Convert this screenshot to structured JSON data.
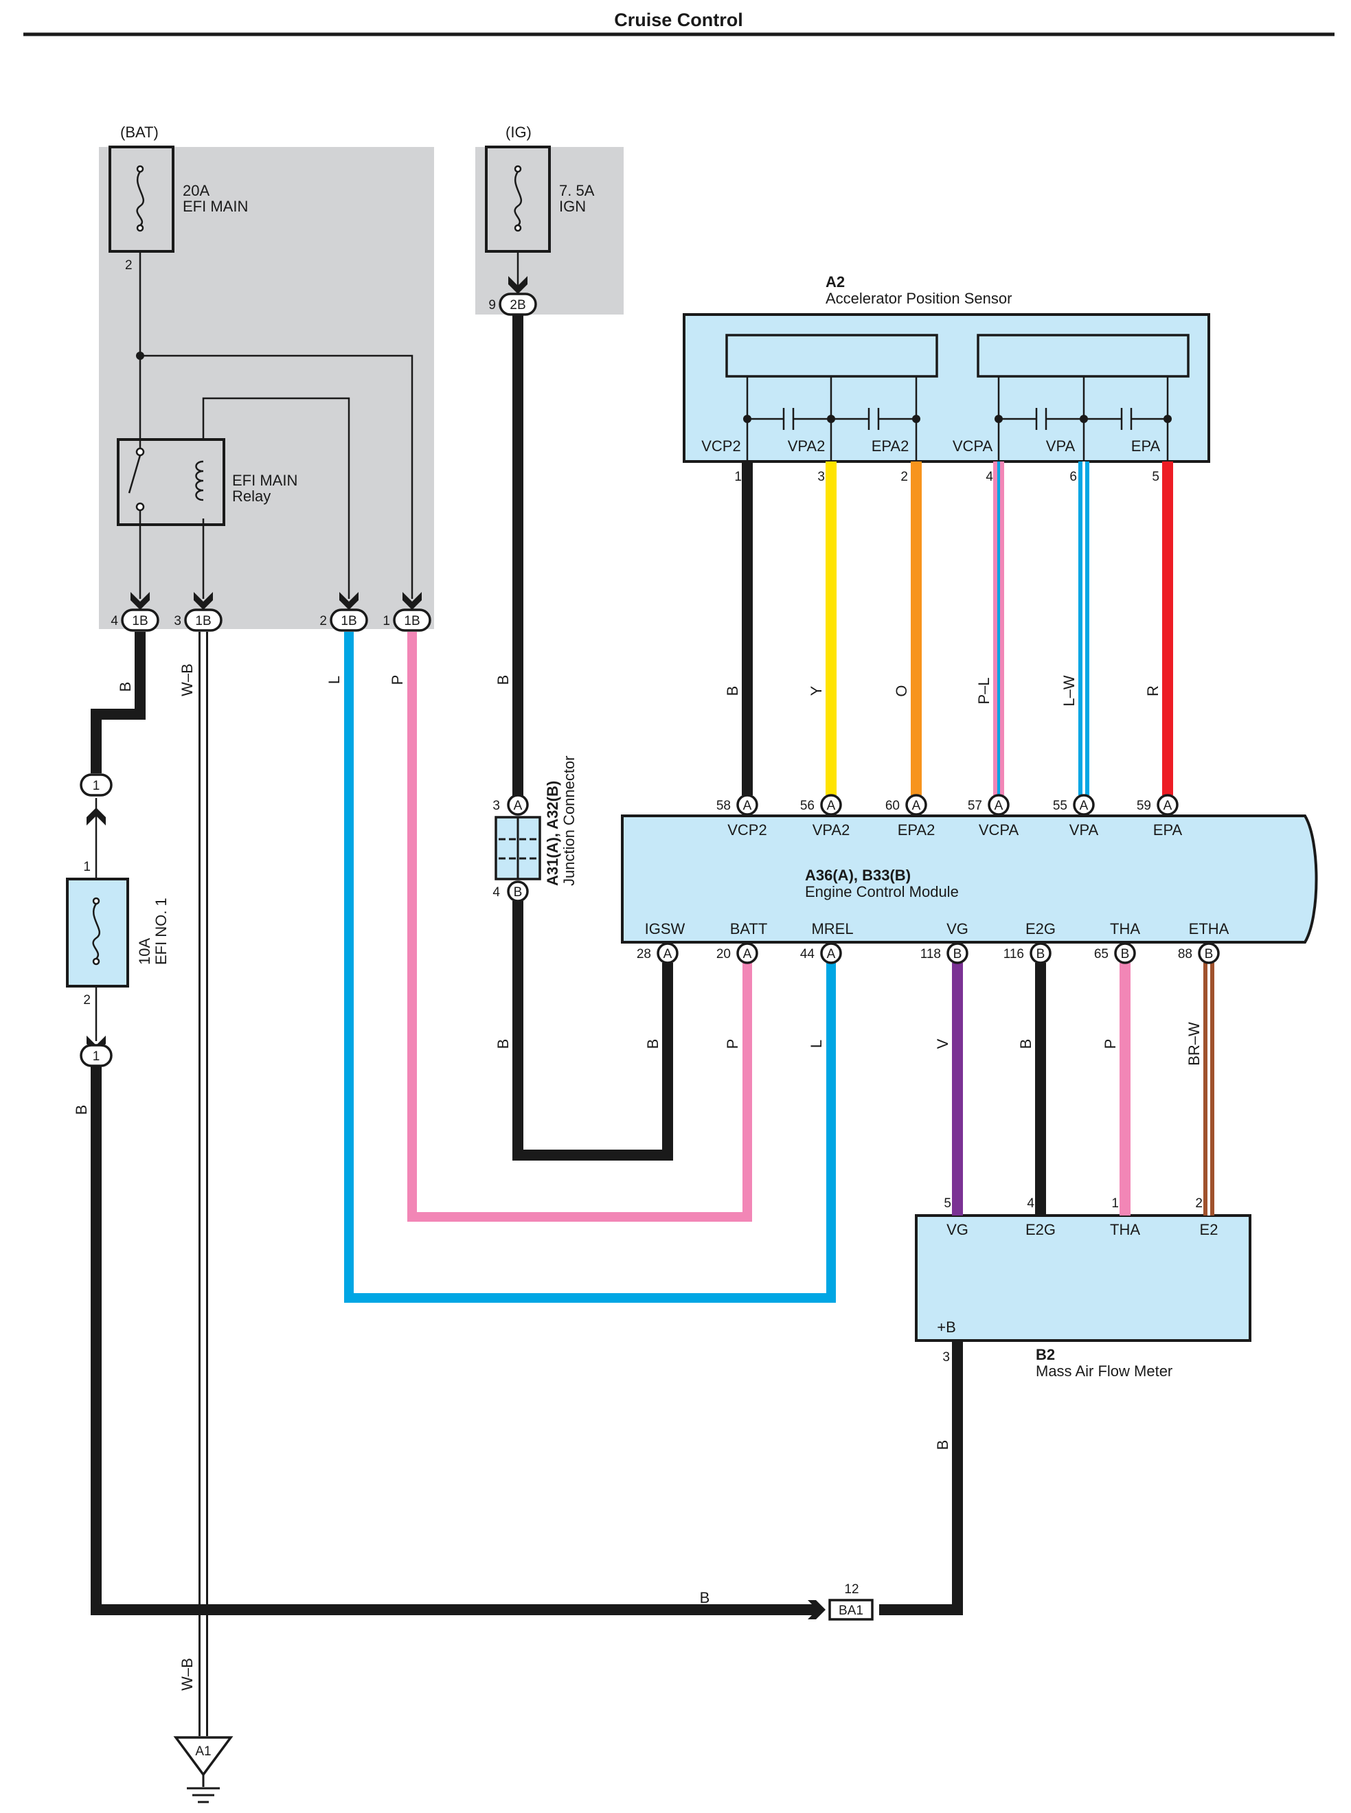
{
  "page": {
    "title": "Cruise Control"
  },
  "sources": {
    "bat": "(BAT)",
    "ig": "(IG)"
  },
  "fuses": {
    "efi_main": {
      "rating": "20A",
      "name": "EFI MAIN",
      "pin": "2"
    },
    "ign": {
      "rating": "7. 5A",
      "name": "IGN"
    },
    "efi_no1": {
      "rating": "10A",
      "name": "EFI NO. 1",
      "pin_top": "1",
      "pin_bottom": "2"
    }
  },
  "relay": {
    "name": "EFI MAIN",
    "sub": "Relay"
  },
  "connectors": {
    "c1b_4": {
      "num": "4",
      "id": "1B"
    },
    "c1b_3": {
      "num": "3",
      "id": "1B"
    },
    "c1b_2": {
      "num": "2",
      "id": "1B"
    },
    "c1b_1": {
      "num": "1",
      "id": "1B"
    },
    "c2b_9": {
      "num": "9",
      "id": "2B"
    },
    "c1_top": {
      "id": "1"
    },
    "c1_bottom": {
      "id": "1"
    },
    "ba1": {
      "num": "12",
      "id": "BA1"
    }
  },
  "ground": {
    "id": "A1"
  },
  "junction": {
    "code": "A31(A), A32(B)",
    "name": "Junction Connector",
    "pin_a": {
      "num": "3",
      "id": "A"
    },
    "pin_b": {
      "num": "4",
      "id": "B"
    }
  },
  "aps": {
    "code": "A2",
    "name": "Accelerator Position Sensor",
    "terminals": [
      {
        "label": "VCP2",
        "pin": "1"
      },
      {
        "label": "VPA2",
        "pin": "3"
      },
      {
        "label": "EPA2",
        "pin": "2"
      },
      {
        "label": "VCPA",
        "pin": "4"
      },
      {
        "label": "VPA",
        "pin": "6"
      },
      {
        "label": "EPA",
        "pin": "5"
      }
    ]
  },
  "ecm": {
    "code": "A36(A), B33(B)",
    "name": "Engine Control Module",
    "top_terminals": [
      {
        "label": "VCP2",
        "num": "58",
        "id": "A"
      },
      {
        "label": "VPA2",
        "num": "56",
        "id": "A"
      },
      {
        "label": "EPA2",
        "num": "60",
        "id": "A"
      },
      {
        "label": "VCPA",
        "num": "57",
        "id": "A"
      },
      {
        "label": "VPA",
        "num": "55",
        "id": "A"
      },
      {
        "label": "EPA",
        "num": "59",
        "id": "A"
      }
    ],
    "bottom_terminals": [
      {
        "label": "IGSW",
        "num": "28",
        "id": "A"
      },
      {
        "label": "BATT",
        "num": "20",
        "id": "A"
      },
      {
        "label": "MREL",
        "num": "44",
        "id": "A"
      },
      {
        "label": "VG",
        "num": "118",
        "id": "B"
      },
      {
        "label": "E2G",
        "num": "116",
        "id": "B"
      },
      {
        "label": "THA",
        "num": "65",
        "id": "B"
      },
      {
        "label": "ETHA",
        "num": "88",
        "id": "B"
      }
    ]
  },
  "maf": {
    "code": "B2",
    "name": "Mass Air Flow Meter",
    "terminals": [
      {
        "label": "VG",
        "pin": "5"
      },
      {
        "label": "E2G",
        "pin": "4"
      },
      {
        "label": "THA",
        "pin": "1"
      },
      {
        "label": "E2",
        "pin": "2"
      }
    ],
    "plus_b": {
      "label": "+B",
      "pin": "3"
    }
  },
  "wire_colors": {
    "w4": "B",
    "w3": "W–B",
    "w2": "L",
    "w1": "P",
    "w_ig": "B",
    "aps_vcp2": "B",
    "aps_vpa2": "Y",
    "aps_epa2": "O",
    "aps_vcpa": "P–L",
    "aps_vpa": "L–W",
    "aps_epa": "R",
    "jc_bottom": "B",
    "igsw": "B",
    "batt": "P",
    "mrel": "L",
    "vg": "V",
    "e2g": "B",
    "tha": "P",
    "etha": "BR–W",
    "efi_lower": "B",
    "ba1_h": "B",
    "maf_plusb": "B",
    "ground": "W–B"
  },
  "colors": {
    "black": "#1a1a1a",
    "blue": "#00a6e4",
    "pink": "#f286b6",
    "yellow": "#ffe300",
    "orange": "#f7941d",
    "red": "#ed1c24",
    "violet": "#7b3294",
    "brown": "#a0522d",
    "box_fill": "#c6e8f8",
    "shade": "#d2d3d5"
  }
}
